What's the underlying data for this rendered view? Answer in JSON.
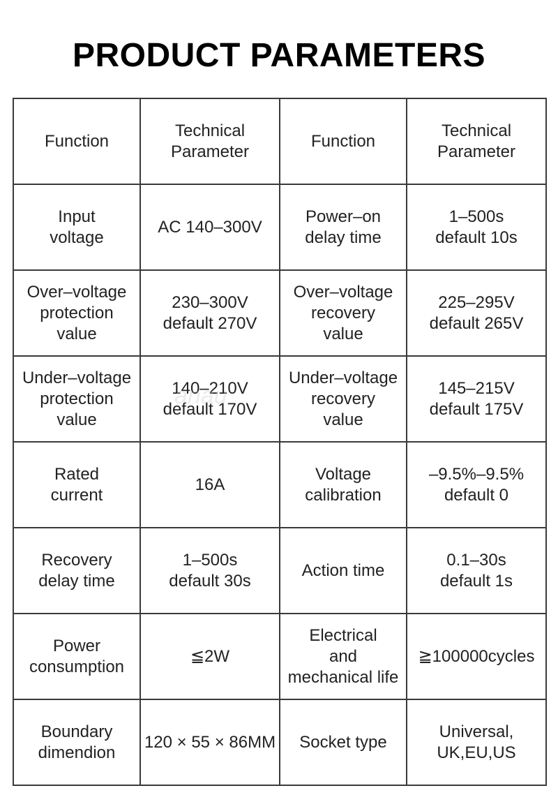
{
  "title": "PRODUCT PARAMETERS",
  "watermark": "anau",
  "table": {
    "rows": [
      [
        "Function",
        "Technical\nParameter",
        "Function",
        "Technical\nParameter"
      ],
      [
        "Input\nvoltage",
        "AC 140–300V",
        "Power–on\ndelay time",
        "1–500s\ndefault 10s"
      ],
      [
        "Over–voltage\nprotection\nvalue",
        "230–300V\ndefault 270V",
        "Over–voltage\nrecovery\nvalue",
        "225–295V\ndefault 265V"
      ],
      [
        "Under–voltage\nprotection\nvalue",
        "140–210V\ndefault 170V",
        "Under–voltage\nrecovery\nvalue",
        "145–215V\ndefault 175V"
      ],
      [
        "Rated\ncurrent",
        "16A",
        "Voltage\ncalibration",
        "–9.5%–9.5%\ndefault 0"
      ],
      [
        "Recovery\ndelay time",
        "1–500s\ndefault 30s",
        "Action time",
        "0.1–30s\ndefault 1s"
      ],
      [
        "Power\nconsumption",
        "≦2W",
        "Electrical\nand\nmechanical life",
        "≧100000cycles"
      ],
      [
        "Boundary\ndimendion",
        "120 × 55 × 86MM",
        "Socket type",
        "Universal,\nUK,EU,US"
      ]
    ]
  }
}
